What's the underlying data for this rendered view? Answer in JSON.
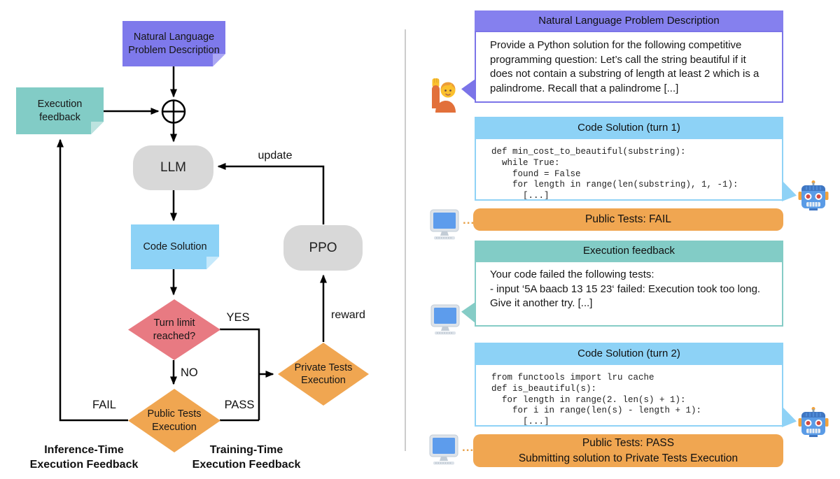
{
  "colors": {
    "purple": "#7E79EB",
    "teal": "#82CCC6",
    "blue": "#8DD2F6",
    "orange": "#F0A651",
    "red": "#E87A82",
    "gray": "#D8D8D8"
  },
  "flowchart": {
    "nodes": {
      "nl_problem": "Natural Language Problem Description",
      "execution_feedback": "Execution feedback",
      "llm": "LLM",
      "code_solution": "Code Solution",
      "ppo": "PPO",
      "turn_limit": "Turn limit reached?",
      "public_tests": "Public Tests Execution",
      "private_tests": "Private Tests Execution"
    },
    "edge_labels": {
      "update": "update",
      "yes": "YES",
      "no": "NO",
      "fail": "FAIL",
      "pass": "PASS",
      "reward": "reward"
    },
    "captions": {
      "inference": "Inference-Time\nExecution Feedback",
      "training": "Training-Time\nExecution Feedback"
    }
  },
  "conversation": {
    "bubbles": [
      {
        "title": "Natural Language Problem Description",
        "body": "Provide a Python solution for the following competitive programming question: Let’s call the string beautiful if it does not contain a substring of length at least 2 which is a palindrome. Recall that a palindrome [...]",
        "speaker": "user"
      },
      {
        "title": "Code Solution (turn 1)",
        "code": "def min_cost_to_beautiful(substring):\n  while True:\n    found = False\n    for length in range(len(substring), 1, -1):\n      [...]",
        "speaker": "robot"
      },
      {
        "title": "Execution feedback",
        "body": "Your code failed the following tests:\n- input ‘5A baacb 13 15 23‘ failed: Execution took too long.\nGive it another try. [...]",
        "speaker": "computer"
      },
      {
        "title": "Code Solution (turn 2)",
        "code": "from functools import lru cache\ndef is_beautiful(s):\n  for length in range(2. len(s) + 1):\n    for i in range(len(s) - length + 1):\n      [...]",
        "speaker": "robot"
      }
    ],
    "status_bars": [
      {
        "lines": [
          "Public Tests: FAIL"
        ]
      },
      {
        "lines": [
          "Public Tests: PASS",
          "Submitting solution to Private Tests Execution"
        ]
      }
    ],
    "ellipsis": "..."
  }
}
